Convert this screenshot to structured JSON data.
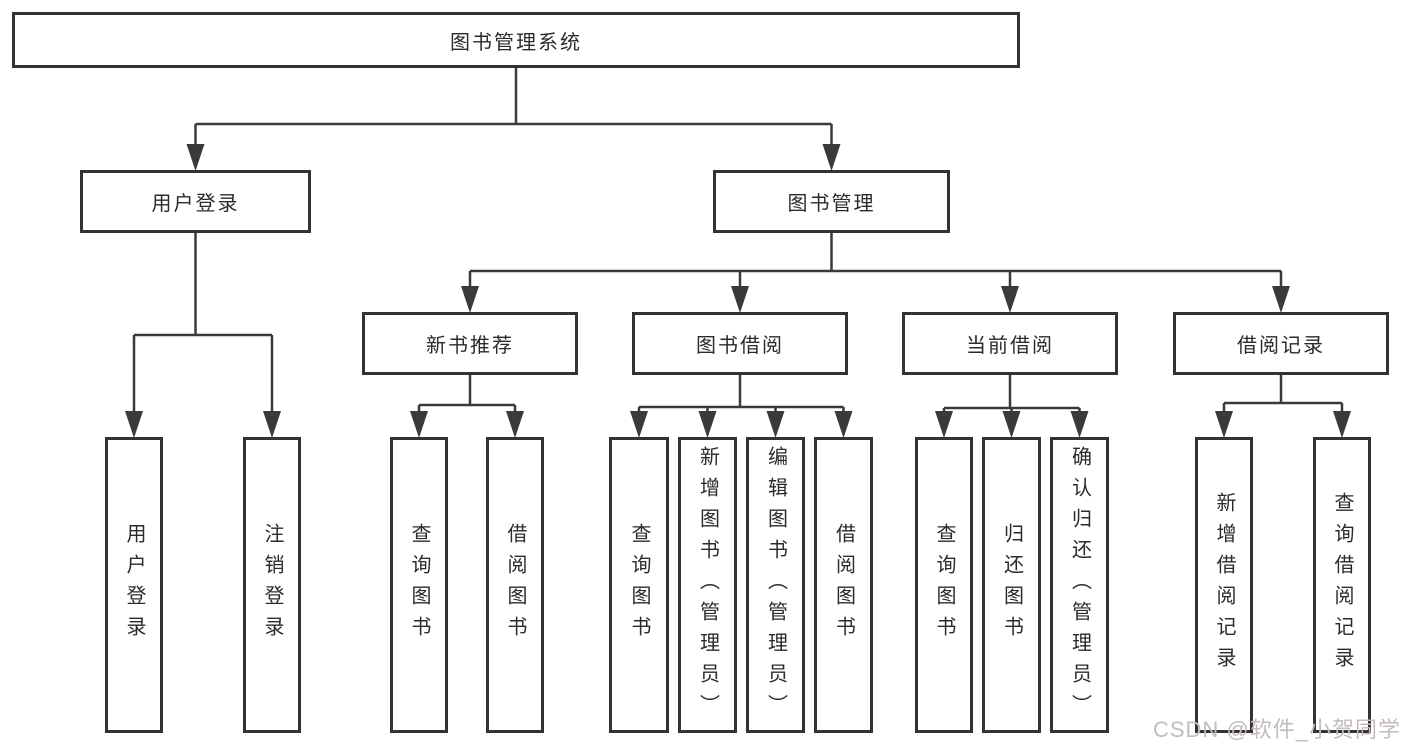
{
  "diagram": {
    "title": "图书管理系统",
    "nodes": [
      {
        "id": "system",
        "label": "图书管理系统"
      },
      {
        "id": "user-login-group",
        "label": "用户登录"
      },
      {
        "id": "book-mgmt",
        "label": "图书管理"
      },
      {
        "id": "new-book-rec",
        "label": "新书推荐"
      },
      {
        "id": "book-borrow",
        "label": "图书借阅"
      },
      {
        "id": "current-borrow",
        "label": "当前借阅"
      },
      {
        "id": "borrow-records",
        "label": "借阅记录"
      },
      {
        "id": "leaf-user-login",
        "label": "用户登录"
      },
      {
        "id": "leaf-logout",
        "label": "注销登录"
      },
      {
        "id": "leaf-nb-query",
        "label": "查询图书"
      },
      {
        "id": "leaf-nb-borrow",
        "label": "借阅图书"
      },
      {
        "id": "leaf-bb-query",
        "label": "查询图书"
      },
      {
        "id": "leaf-bb-add",
        "label": "新增图书（管理员）"
      },
      {
        "id": "leaf-bb-edit",
        "label": "编辑图书（管理员）"
      },
      {
        "id": "leaf-bb-borrow",
        "label": "借阅图书"
      },
      {
        "id": "leaf-cb-query",
        "label": "查询图书"
      },
      {
        "id": "leaf-cb-return",
        "label": "归还图书"
      },
      {
        "id": "leaf-cb-confirm",
        "label": "确认归还（管理员）"
      },
      {
        "id": "leaf-rec-add",
        "label": "新增借阅记录"
      },
      {
        "id": "leaf-rec-query",
        "label": "查询借阅记录"
      }
    ],
    "edges": [
      {
        "from": "system",
        "to": [
          "user-login-group",
          "book-mgmt"
        ]
      },
      {
        "from": "user-login-group",
        "to": [
          "leaf-user-login",
          "leaf-logout"
        ]
      },
      {
        "from": "book-mgmt",
        "to": [
          "new-book-rec",
          "book-borrow",
          "current-borrow",
          "borrow-records"
        ]
      },
      {
        "from": "new-book-rec",
        "to": [
          "leaf-nb-query",
          "leaf-nb-borrow"
        ]
      },
      {
        "from": "book-borrow",
        "to": [
          "leaf-bb-query",
          "leaf-bb-add",
          "leaf-bb-edit",
          "leaf-bb-borrow"
        ]
      },
      {
        "from": "current-borrow",
        "to": [
          "leaf-cb-query",
          "leaf-cb-return",
          "leaf-cb-confirm"
        ]
      },
      {
        "from": "borrow-records",
        "to": [
          "leaf-rec-add",
          "leaf-rec-query"
        ]
      }
    ]
  },
  "watermark": "CSDN @软件_小贺同学",
  "colors": {
    "line": "#3a3a3a",
    "box_border": "#333333",
    "text": "#2b2b2b",
    "watermark": "#c3bbbd"
  }
}
